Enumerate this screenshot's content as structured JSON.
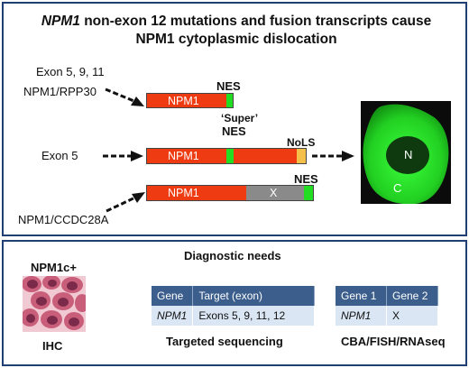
{
  "top": {
    "title_gene": "NPM1",
    "title_rest": " non-exon 12 mutations and fusion transcripts cause",
    "title_line2": "NPM1 cytoplasmic dislocation",
    "rows": [
      {
        "labels": [
          "Exon 5, 9, 11",
          "NPM1/RPP30"
        ],
        "segments": [
          "NPM1"
        ],
        "tags": [
          "NES"
        ]
      },
      {
        "labels": [
          "Exon 5"
        ],
        "segments": [
          "NPM1"
        ],
        "tags": [
          "‘Super’",
          "NES",
          "NoLS"
        ]
      },
      {
        "labels": [
          "NPM1/CCDC28A"
        ],
        "segments": [
          "NPM1",
          "X"
        ],
        "tags": [
          "NES"
        ]
      }
    ],
    "cell_labels": {
      "nucleus": "N",
      "cytoplasm": "C"
    }
  },
  "bottom": {
    "title": "Diagnostic needs",
    "ihc_top": "NPM1c+",
    "ihc_bottom": "IHC",
    "table1": {
      "headers": [
        "Gene",
        "Target (exon)"
      ],
      "row": [
        "NPM1",
        "Exons 5, 9, 11, 12"
      ],
      "caption": "Targeted sequencing"
    },
    "table2": {
      "headers": [
        "Gene 1",
        "Gene 2"
      ],
      "row": [
        "NPM1",
        "X"
      ],
      "caption": "CBA/FISH/RNAseq"
    }
  },
  "colors": {
    "npm1": "#ee3b12",
    "x_segment": "#8a8a8a",
    "nes": "#22dd22",
    "nols": "#f5c04a",
    "frame": "#1f3f73",
    "table_header": "#3b5e8c",
    "table_body": "#dbe6f4"
  }
}
